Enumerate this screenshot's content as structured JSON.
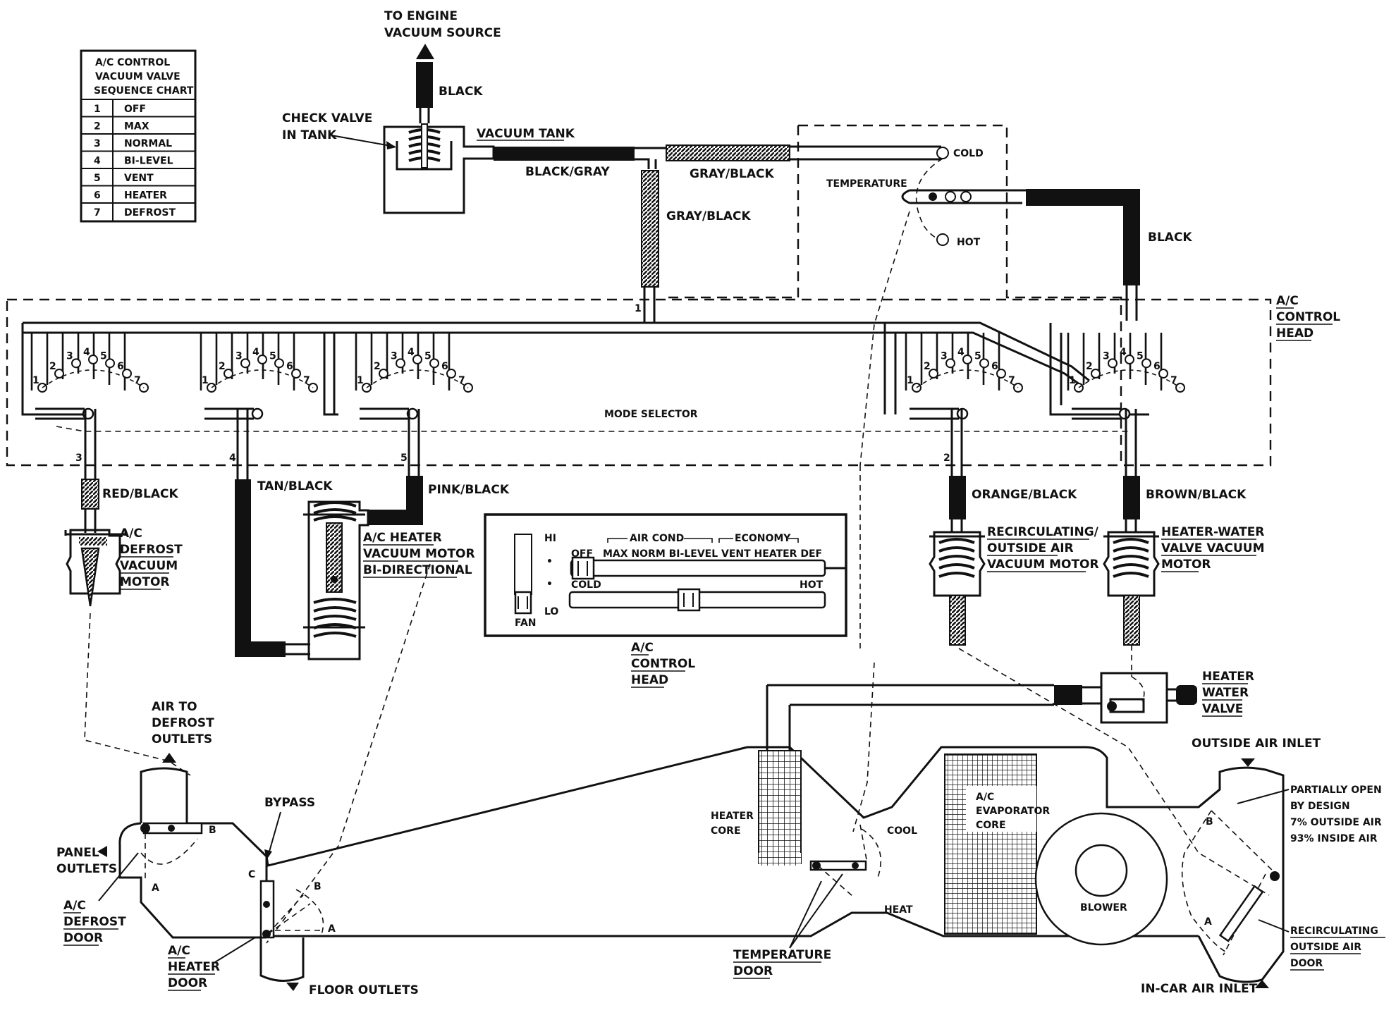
{
  "chart_table": {
    "title": [
      "A/C CONTROL",
      "VACUUM VALVE",
      "SEQUENCE CHART"
    ],
    "rows": [
      {
        "num": "1",
        "label": "OFF"
      },
      {
        "num": "2",
        "label": "MAX"
      },
      {
        "num": "3",
        "label": "NORMAL"
      },
      {
        "num": "4",
        "label": "BI-LEVEL"
      },
      {
        "num": "5",
        "label": "VENT"
      },
      {
        "num": "6",
        "label": "HEATER"
      },
      {
        "num": "7",
        "label": "DEFROST"
      }
    ]
  },
  "labels": {
    "engine_source": [
      "TO ENGINE",
      "VACUUM SOURCE"
    ],
    "black_top": "BLACK",
    "check_valve": [
      "CHECK VALVE",
      "IN TANK"
    ],
    "vacuum_tank": "VACUUM TANK",
    "black_gray": "BLACK/GRAY",
    "gray_black_h": "GRAY/BLACK",
    "gray_black_v": "GRAY/BLACK",
    "cold": "COLD",
    "hot": "HOT",
    "temperature": "TEMPERATURE",
    "black_right": "BLACK",
    "control_head_right": [
      "A/C",
      "CONTROL",
      "HEAD"
    ],
    "mode_selector": "MODE SELECTOR",
    "red_black": "RED/BLACK",
    "tan_black": "TAN/BLACK",
    "pink_black": "PINK/BLACK",
    "orange_black": "ORANGE/BLACK",
    "brown_black": "BROWN/BLACK",
    "defrost_motor": [
      "A/C",
      "DEFROST",
      "VACUUM",
      "MOTOR"
    ],
    "heater_motor": [
      "A/C HEATER",
      "VACUUM MOTOR",
      "BI-DIRECTIONAL"
    ],
    "recirc_motor": [
      "RECIRCULATING/",
      "OUTSIDE AIR",
      "VACUUM MOTOR"
    ],
    "water_valve_motor": [
      "HEATER-WATER",
      "VALVE VACUUM",
      "MOTOR"
    ],
    "control_head_bottom": [
      "A/C",
      "CONTROL",
      "HEAD"
    ],
    "heater_water_valve": [
      "HEATER",
      "WATER",
      "VALVE"
    ],
    "air_to_defrost": [
      "AIR TO",
      "DEFROST",
      "OUTLETS"
    ],
    "panel_outlets": [
      "PANEL",
      "OUTLETS"
    ],
    "defrost_door": [
      "A/C",
      "DEFROST",
      "DOOR"
    ],
    "bypass": "BYPASS",
    "heater_door": [
      "A/C",
      "HEATER",
      "DOOR"
    ],
    "floor_outlets": "FLOOR OUTLETS",
    "heater_core": [
      "HEATER",
      "CORE"
    ],
    "cool": "COOL",
    "heat": "HEAT",
    "temperature_door": [
      "TEMPERATURE",
      "DOOR"
    ],
    "evaporator_core": [
      "A/C",
      "EVAPORATOR",
      "CORE"
    ],
    "blower": "BLOWER",
    "outside_air_inlet": "OUTSIDE AIR INLET",
    "partially_open": [
      "PARTIALLY OPEN",
      "BY DESIGN",
      "7% OUTSIDE AIR",
      "93% INSIDE AIR"
    ],
    "recirc_door": [
      "RECIRCULATING",
      "OUTSIDE AIR",
      "DOOR"
    ],
    "in_car_inlet": "IN-CAR AIR INLET"
  },
  "panel": {
    "hi": "HI",
    "lo": "LO",
    "fan": "FAN",
    "air_cond": "AIR COND",
    "economy": "ECONOMY",
    "off": "OFF",
    "modes": "MAX  NORM  BI-LEVEL",
    "eco_modes": "VENT   HEATER  DEF",
    "cold": "COLD",
    "hot": "HOT"
  },
  "door_letters": {
    "a": "A",
    "b": "B",
    "c": "C"
  },
  "port_nums": [
    "1",
    "2",
    "3",
    "4",
    "5",
    "6",
    "7"
  ]
}
